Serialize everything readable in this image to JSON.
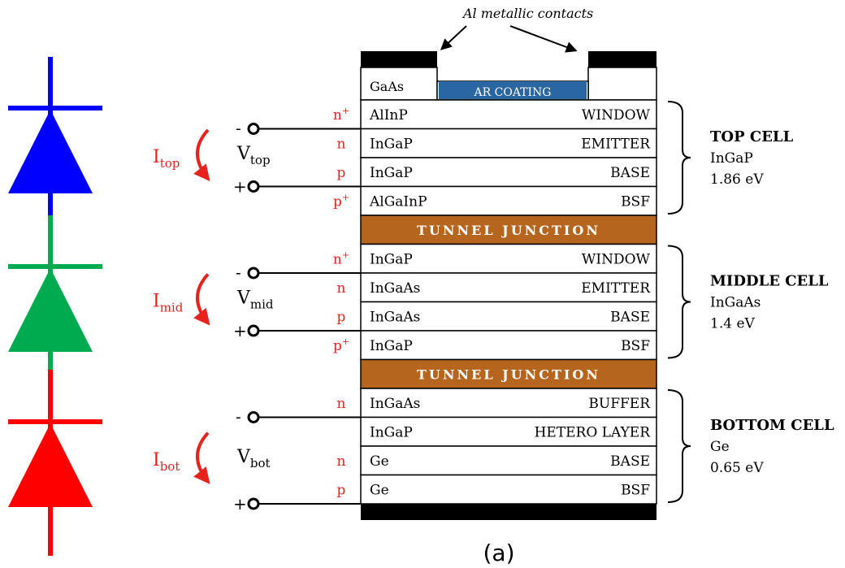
{
  "contacts_label": "Al metallic contacts",
  "gaas_label": "GaAs",
  "ar_coating_label": "AR COATING",
  "layers": [
    {
      "doping": "n",
      "doping_sup": "+",
      "material": "AlInP",
      "role": "WINDOW"
    },
    {
      "doping": "n",
      "doping_sup": "",
      "material": "InGaP",
      "role": "EMITTER"
    },
    {
      "doping": "p",
      "doping_sup": "",
      "material": "InGaP",
      "role": "BASE"
    },
    {
      "doping": "p",
      "doping_sup": "+",
      "material": "AlGaInP",
      "role": "BSF"
    },
    {
      "tunnel": true,
      "label": "TUNNEL JUNCTION"
    },
    {
      "doping": "n",
      "doping_sup": "+",
      "material": "InGaP",
      "role": "WINDOW"
    },
    {
      "doping": "n",
      "doping_sup": "",
      "material": "InGaAs",
      "role": "EMITTER"
    },
    {
      "doping": "p",
      "doping_sup": "",
      "material": "InGaAs",
      "role": "BASE"
    },
    {
      "doping": "p",
      "doping_sup": "+",
      "material": "InGaP",
      "role": "BSF"
    },
    {
      "tunnel": true,
      "label": "TUNNEL JUNCTION"
    },
    {
      "doping": "n",
      "doping_sup": "",
      "material": "InGaAs",
      "role": "BUFFER"
    },
    {
      "doping": "",
      "doping_sup": "",
      "material": "InGaP",
      "role": "HETERO LAYER"
    },
    {
      "doping": "n",
      "doping_sup": "",
      "material": "Ge",
      "role": "BASE"
    },
    {
      "doping": "p",
      "doping_sup": "",
      "material": "Ge",
      "role": "BSF"
    }
  ],
  "cells": [
    {
      "title": "TOP CELL",
      "material": "InGaP",
      "bandgap": "1.86 eV"
    },
    {
      "title": "MIDDLE CELL",
      "material": "InGaAs",
      "bandgap": "1.4 eV"
    },
    {
      "title": "BOTTOM CELL",
      "material": "Ge",
      "bandgap": "0.65 eV"
    }
  ],
  "terminals": [
    {
      "current_main": "I",
      "current_sub": "top",
      "voltage_main": "V",
      "voltage_sub": "top",
      "minus": "-",
      "plus": "+"
    },
    {
      "current_main": "I",
      "current_sub": "mid",
      "voltage_main": "V",
      "voltage_sub": "mid",
      "minus": "-",
      "plus": "+"
    },
    {
      "current_main": "I",
      "current_sub": "bot",
      "voltage_main": "V",
      "voltage_sub": "bot",
      "minus": "-",
      "plus": "+"
    }
  ],
  "diodes": [
    {
      "name": "top",
      "color": "#0000ff"
    },
    {
      "name": "middle",
      "color": "#00aa4f"
    },
    {
      "name": "bottom",
      "color": "#ff0000"
    }
  ],
  "caption": "(a)",
  "colors": {
    "tunnel": "#b5651d",
    "ar_coating": "#2a66a2",
    "annotation_red": "#e8231e",
    "line": "#000000"
  }
}
